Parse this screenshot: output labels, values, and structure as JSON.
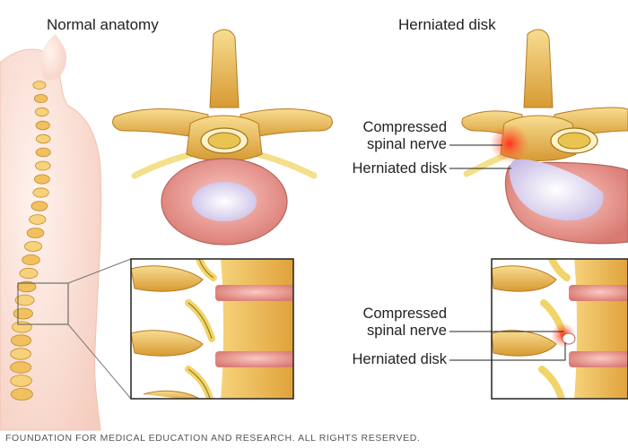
{
  "titles": {
    "normal": "Normal anatomy",
    "herniated": "Herniated disk"
  },
  "callouts": {
    "top_nerve": [
      "Compressed",
      "spinal nerve"
    ],
    "top_disk": "Herniated disk",
    "bottom_nerve": [
      "Compressed",
      "spinal nerve"
    ],
    "bottom_disk": "Herniated disk"
  },
  "credit": "FOUNDATION FOR MEDICAL EDUCATION AND RESEARCH. ALL RIGHTS RESERVED.",
  "colors": {
    "bone": "#e8b64a",
    "bone_light": "#f6dc8a",
    "disk_ring": "#e79a92",
    "disk_core": "#ece6f6",
    "skin": "#fbe6dc",
    "inflammation": "#ff3b30"
  }
}
